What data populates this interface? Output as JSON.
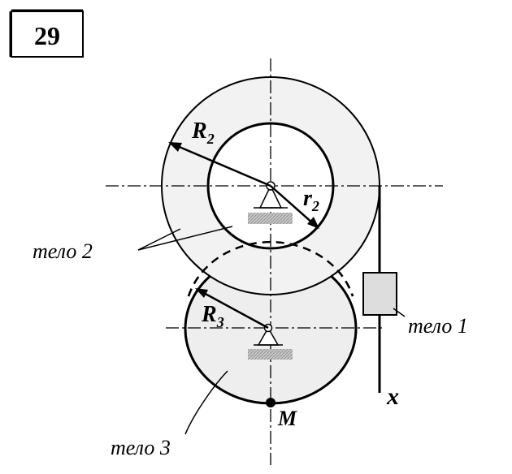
{
  "problem_number": "29",
  "labels": {
    "body2": "тело 2",
    "body1": "тело 1",
    "body3": "тело 3",
    "x_axis": "x",
    "point_m": "M"
  },
  "radii": {
    "R2": {
      "main": "R",
      "sub": "2"
    },
    "r2": {
      "main": "r",
      "sub": "2"
    },
    "R3": {
      "main": "R",
      "sub": "3"
    }
  },
  "colors": {
    "line": "#000000",
    "fill_light": "#eeeeee",
    "fill_block": "#dddddd",
    "support_hatch": "#b0b0b0"
  }
}
